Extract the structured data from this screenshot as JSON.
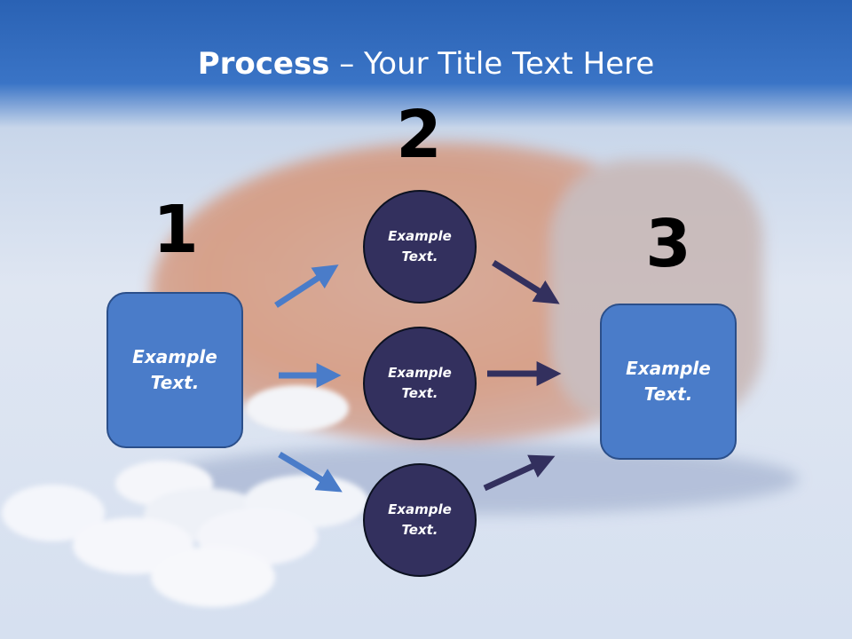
{
  "title": {
    "bold": "Process",
    "rest": " – Your Title Text Here"
  },
  "steps": {
    "one": "1",
    "two": "2",
    "three": "3"
  },
  "left_box": {
    "line1": "Example",
    "line2": "Text."
  },
  "circles": [
    {
      "line1": "Example",
      "line2": "Text."
    },
    {
      "line1": "Example",
      "line2": "Text."
    },
    {
      "line1": "Example",
      "line2": "Text."
    }
  ],
  "right_box": {
    "line1": "Example",
    "line2": "Text."
  },
  "colors": {
    "header": "#2e64b4",
    "box_fill": "#4a7cc9",
    "circle_fill": "#33305e",
    "arrow_light": "#4a7cc9",
    "arrow_dark": "#33305e"
  }
}
